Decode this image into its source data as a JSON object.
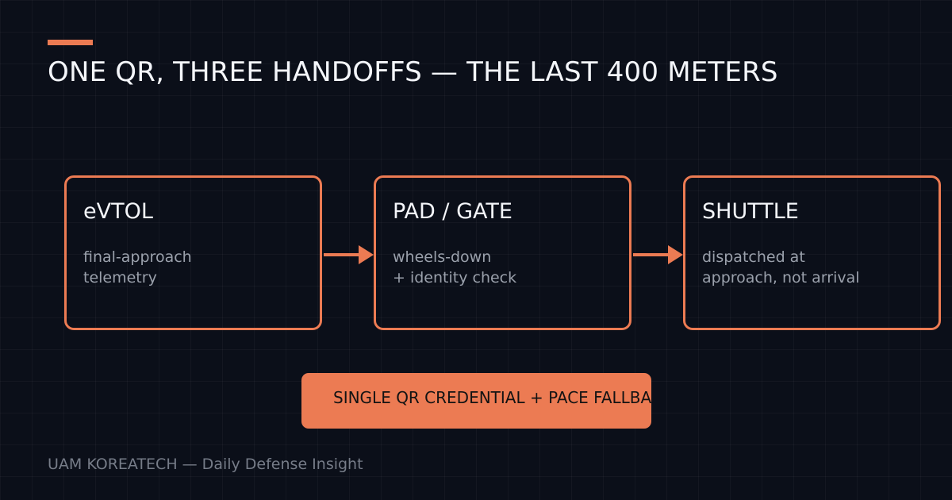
{
  "header": {
    "title": "ONE QR, THREE HANDOFFS — THE LAST 400 METERS"
  },
  "stages": [
    {
      "name": "eVTOL",
      "desc": [
        "final-approach",
        "telemetry"
      ]
    },
    {
      "name": "PAD / GATE",
      "desc": [
        "wheels-down",
        "+ identity check"
      ]
    },
    {
      "name": "SHUTTLE",
      "desc": [
        "dispatched at",
        "approach, not arrival"
      ]
    }
  ],
  "credential": {
    "label": "SINGLE QR CREDENTIAL + PACE FALLBACK"
  },
  "footer": {
    "text": "UAM KOREATECH — Daily Defense Insight"
  },
  "colors": {
    "background": "#0b0f19",
    "accent": "#ec7b53",
    "text": "#f4f6fa",
    "muted": "#9aa0ab"
  }
}
